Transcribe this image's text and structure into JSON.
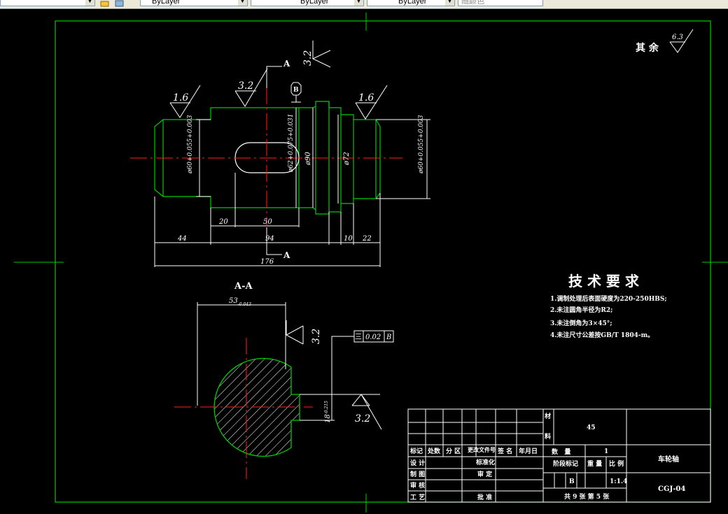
{
  "toolbar": {
    "layer_combo": "ByLayer",
    "color_combo": "ByLayer",
    "linetype_combo": "ByLayer",
    "plot_style_combo": "随颜色"
  },
  "surface": {
    "rest_label": "其 余",
    "rest_value": "6.3",
    "r1": "1.6",
    "r2": "3.2",
    "r3": "3.2",
    "r4": "1.6",
    "r5": "3.2",
    "r6": "3.2"
  },
  "datum": {
    "letter": "B"
  },
  "section": {
    "marker": "A",
    "view_title": "A-A"
  },
  "dims": {
    "d1": "ø60+0.055+0.003",
    "d2": "ø62+0.075+0.031",
    "d3": "ø90",
    "d4": "ø72",
    "d5": "ø60+0.055+0.003",
    "l20": "20",
    "l50": "50",
    "l44": "44",
    "l94": "94",
    "l10": "10",
    "l22": "22",
    "l176": "176",
    "w53": "53",
    "w53_tol": "-0.043",
    "h18": "18",
    "h18_tol": "-0.215"
  },
  "tolerance_frame": {
    "symbol": "三",
    "value": "0.02",
    "datum": "B"
  },
  "tech_req": {
    "title": "技 术 要 求",
    "items": [
      "1.调制处理后表面硬度为220-250HBS;",
      "2.未注圆角半径为R2;",
      "3.未注倒角为3×45°;",
      "4.未注尺寸公差按GB/T 1804-m。"
    ]
  },
  "title_block": {
    "material_label_1": "材",
    "material_label_2": "料",
    "material": "45",
    "h_mark": "标记",
    "h_count": "处数",
    "h_zone": "分 区",
    "h_doc": "更改文件号",
    "h_sign": "签 名",
    "h_date": "年月日",
    "designer": "设 计",
    "standardize": "标准化",
    "drafter": "制 图",
    "reviewer": "审 核",
    "approver": "审 定",
    "process": "工 艺",
    "approve": "批 准",
    "qty_label": "数   量",
    "qty": "1",
    "stage_label": "阶段标记",
    "weight_label": "重 量",
    "scale_label": "比 例",
    "stage": "B",
    "scale": "1:1.4",
    "sheets": "共 9 张 第 5 张",
    "part_name": "车轮轴",
    "drawing_no": "CGJ-04"
  }
}
